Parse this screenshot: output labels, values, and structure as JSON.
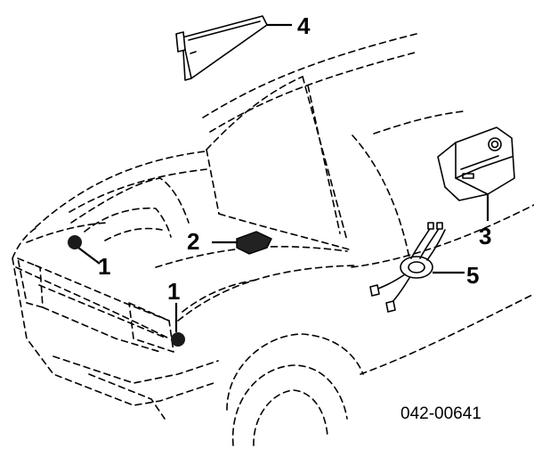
{
  "callouts": {
    "sensor_left": "1",
    "sensor_right": "1",
    "center_sensor": "2",
    "srs_computer": "3",
    "passenger_airbag": "4",
    "spiral_cable": "5"
  },
  "figure_ref": "042-00641",
  "colors": {
    "line": "#000000",
    "background": "#ffffff",
    "sensor": "#1a1a1a"
  }
}
